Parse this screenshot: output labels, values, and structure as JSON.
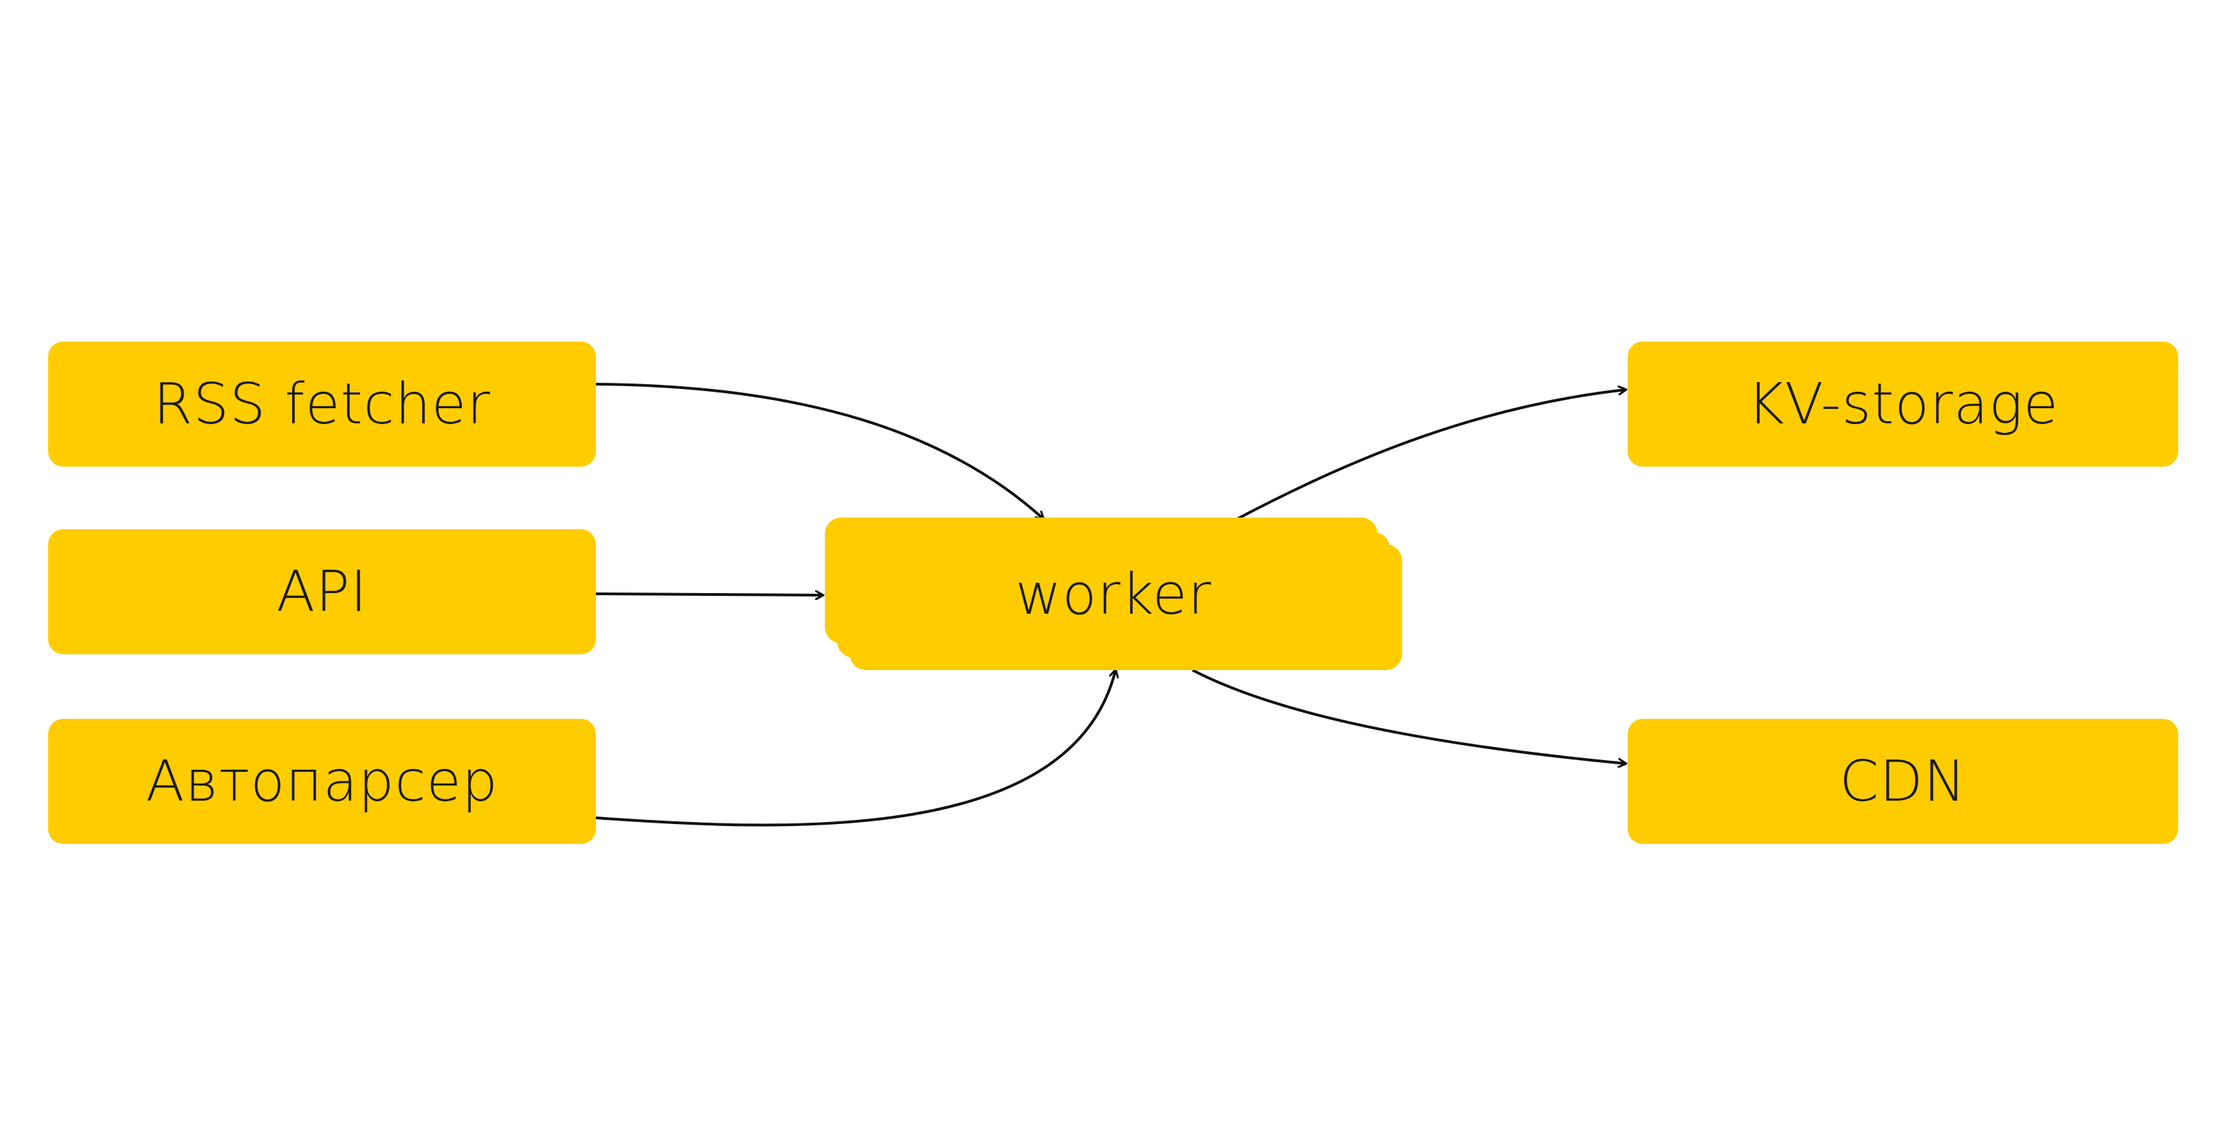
{
  "diagram": {
    "colors": {
      "node_fill": "#FFCC00",
      "edge_stroke": "#111111",
      "background": "#ffffff"
    },
    "nodes": {
      "rss": {
        "label": "RSS fetcher"
      },
      "api": {
        "label": "API"
      },
      "autoparser": {
        "label": "Автопарсер"
      },
      "worker": {
        "label": "worker"
      },
      "kv": {
        "label": "KV-storage"
      },
      "cdn": {
        "label": "CDN"
      }
    },
    "edges": [
      {
        "from": "rss",
        "to": "worker"
      },
      {
        "from": "api",
        "to": "worker"
      },
      {
        "from": "autoparser",
        "to": "worker"
      },
      {
        "from": "worker",
        "to": "kv"
      },
      {
        "from": "worker",
        "to": "cdn"
      }
    ]
  }
}
